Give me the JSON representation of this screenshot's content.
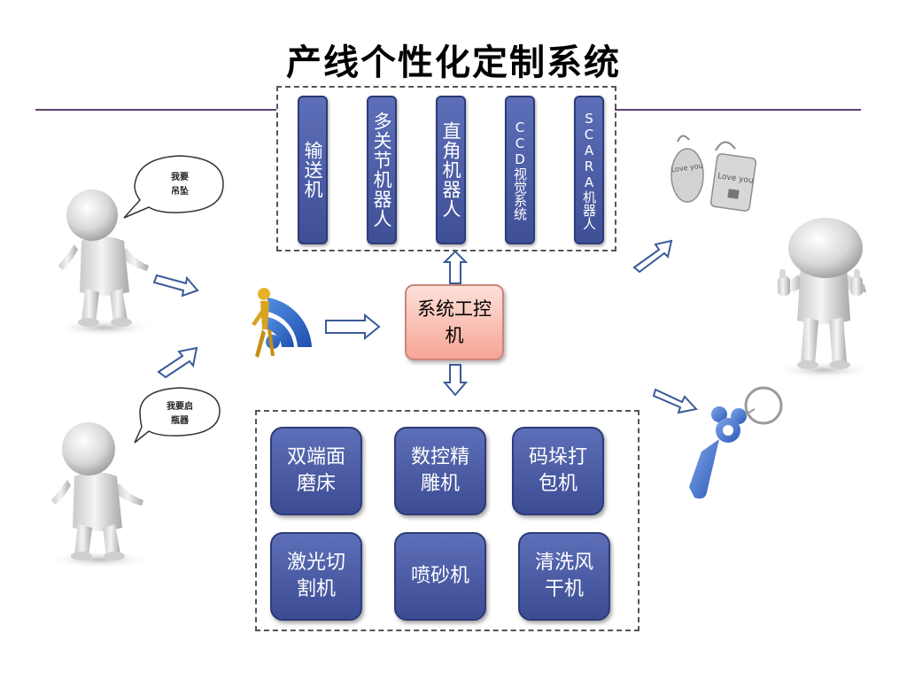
{
  "title": "产线个性化定制系统",
  "top_box": {
    "items": [
      "输送机",
      "多关节机器人",
      "直角机器人",
      "CCD视觉系统",
      "SCARA机器人"
    ]
  },
  "control_pc": {
    "label": "系统工控机"
  },
  "bottom_box": {
    "items": [
      "双端面磨床",
      "数控精雕机",
      "码垛打包机",
      "激光切割机",
      "喷砂机",
      "清洗风干机"
    ]
  },
  "speech": {
    "top_line1": "我要",
    "top_line2": "吊坠",
    "bottom_line1": "我要启",
    "bottom_line2": "瓶器"
  },
  "pendant_text": {
    "left": "Love you",
    "right": "Love you"
  },
  "colors": {
    "card_blue": "#4a5ba6",
    "pc_pink": "#f6a596",
    "line_purple": "#5b3f6e",
    "arrow_blue": "#3a5a9a"
  }
}
